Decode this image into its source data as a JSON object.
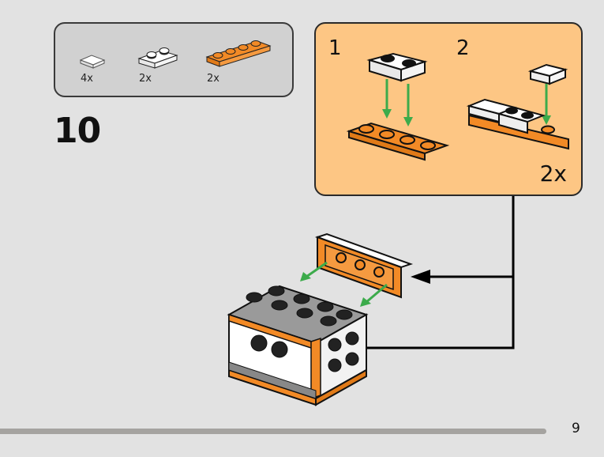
{
  "parts_list": {
    "items": [
      {
        "part": "white 1x1 tile",
        "quantity": "4x",
        "color": "#ffffff"
      },
      {
        "part": "white 1x2 plate",
        "quantity": "2x",
        "color": "#ffffff"
      },
      {
        "part": "orange 1x4 plate",
        "quantity": "2x",
        "color": "#f28a26"
      }
    ]
  },
  "step": {
    "number": "10"
  },
  "sub_assembly": {
    "steps": [
      {
        "number": "1"
      },
      {
        "number": "2"
      }
    ],
    "multiplier": "2x"
  },
  "colors": {
    "orange": "#f28a26",
    "sub_box_bg": "#fdc684",
    "arrow_green": "#3cab4b",
    "page_bg": "#e2e2e2",
    "parts_box_bg": "#d1d1d1"
  },
  "footer": {
    "page_number": "9"
  }
}
